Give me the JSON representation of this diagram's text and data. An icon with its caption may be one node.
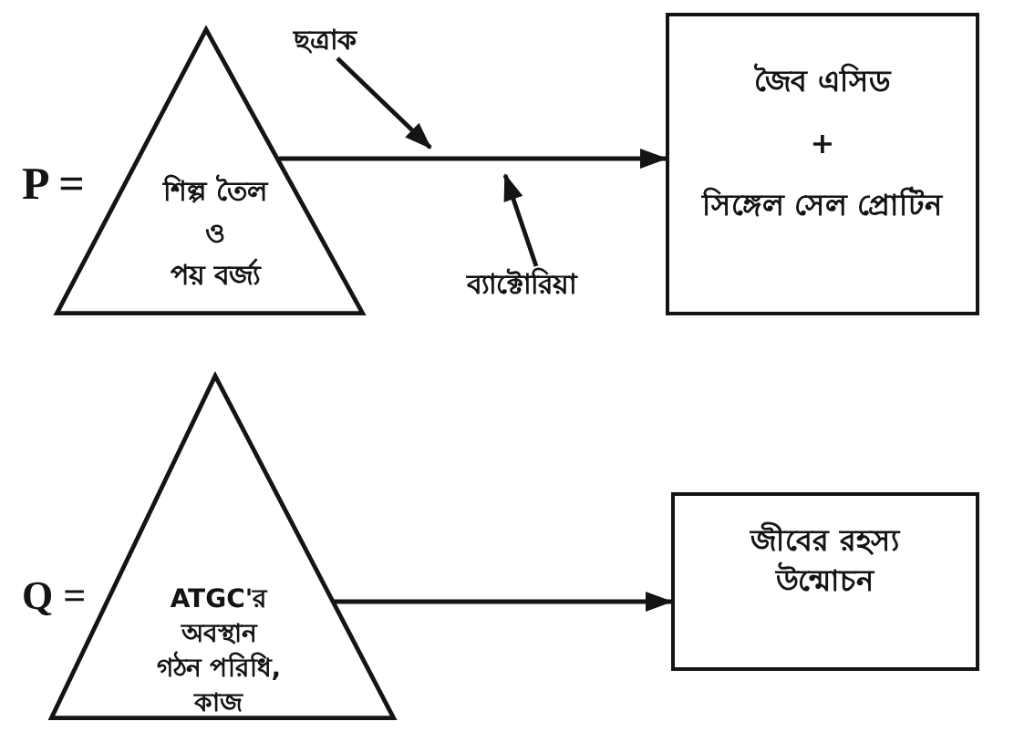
{
  "diagram": {
    "nodes": [
      {
        "text": [
          "শিল্প তৈল ও পয় বর্জ্য"
        ],
        "beside": [
          "P ="
        ]
      },
      {
        "text": [
          "ছত্রাক"
        ]
      },
      {
        "text": [
          "জৈব এসিড + সিঙ্গেল সেল প্রোটিন"
        ]
      },
      {
        "text": [
          "ব্যাক্টোরিয়া"
        ]
      },
      {
        "text": [
          "ATGC'র অবস্থান গঠন পরিধি, কাজ"
        ],
        "beside": [
          "Q ="
        ]
      },
      {
        "text": [
          "জীবের রহস্য উন্মোচন"
        ]
      }
    ],
    "edges": [
      {
        "from": 0,
        "to": 2,
        "arrow": "to"
      },
      {
        "from": 1,
        "to": null,
        "arrow": "to"
      },
      {
        "from": 3,
        "to": null,
        "arrow": "to"
      },
      {
        "from": 4,
        "to": 5,
        "arrow": "to"
      }
    ]
  }
}
